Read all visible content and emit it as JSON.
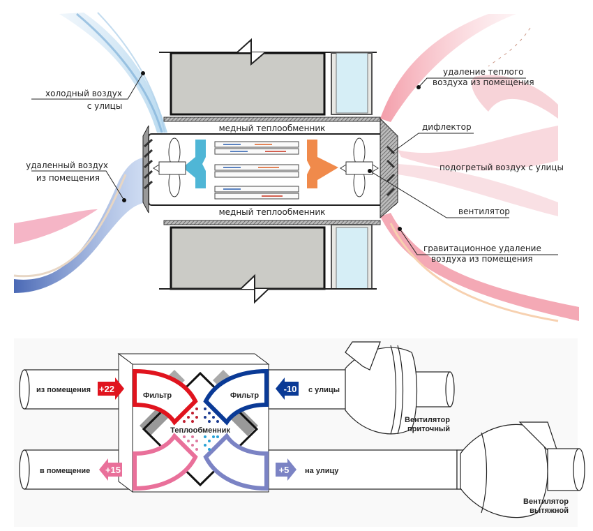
{
  "top_diagram": {
    "labels": {
      "cold_air": [
        "холодный воздух",
        "с улицы"
      ],
      "removed_air": [
        "удаленный воздух",
        "из помещения"
      ],
      "warm_air_removal": [
        "удаление теплого",
        "воздуха из помещения"
      ],
      "deflector": "дифлектор",
      "heated_air": "подогретый воздух с улицы",
      "fan": "вентилятор",
      "gravity_removal": [
        "гравитационное удаление",
        "воздуха из помещения"
      ],
      "copper_exchanger_top": "медный теплообменник",
      "copper_exchanger_bottom": "медный теплообменник"
    },
    "colors": {
      "cold": "#4fb6d6",
      "warm": "#f08a4b",
      "pink_flow": "#f2a3b0",
      "blue_flow": "#3c5fb0",
      "wall": "#c9c9c5",
      "glass": "#d6eef6"
    }
  },
  "bottom_diagram": {
    "inlets": [
      {
        "label": "из помещения",
        "temp": "+22",
        "color": "#e0141e"
      },
      {
        "label": "с улицы",
        "temp": "-10",
        "color": "#0a3a96"
      },
      {
        "label": "в помещение",
        "temp": "+15",
        "color": "#e9709a"
      },
      {
        "label": "на улицу",
        "temp": "+5",
        "color": "#7b83c4"
      }
    ],
    "filter_left": "Фильтр",
    "filter_right": "Фильтр",
    "exchanger": "Теплообменник",
    "fan_supply": [
      "Вентилятор",
      "приточный"
    ],
    "fan_exhaust": [
      "Вентилятор",
      "вытяжной"
    ]
  }
}
